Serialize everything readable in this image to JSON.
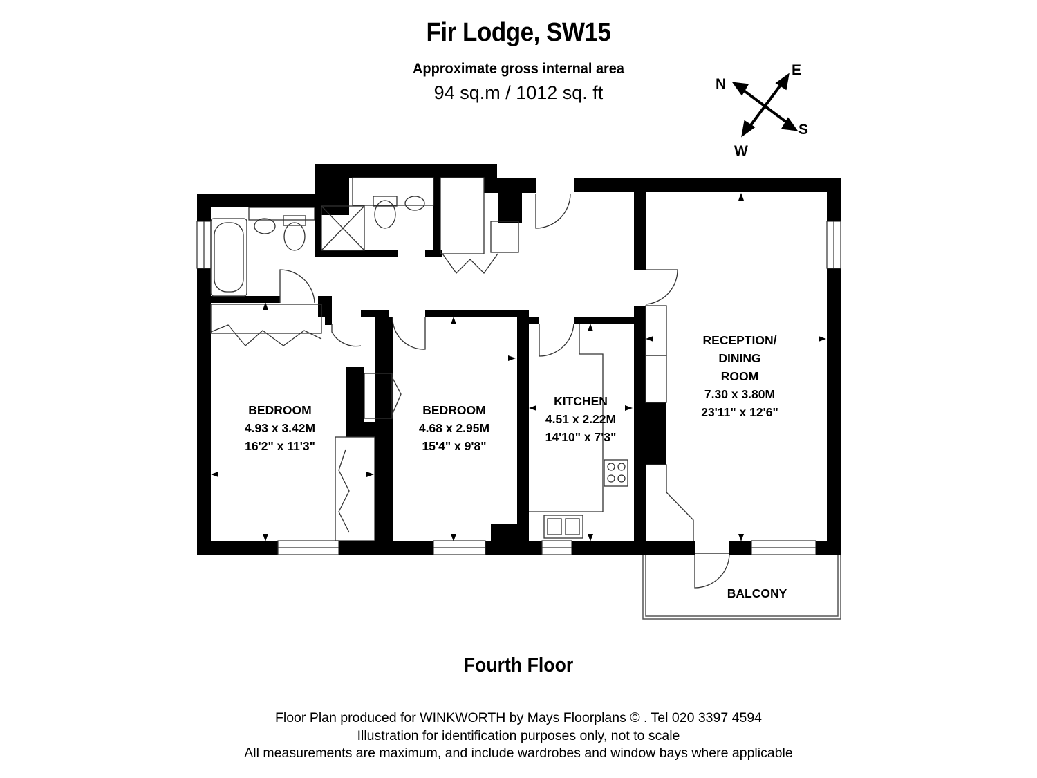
{
  "title": "Fir Lodge, SW15",
  "area": {
    "label": "Approximate gross internal area",
    "value": "94 sq.m  /  1012 sq. ft"
  },
  "compass": {
    "n": "N",
    "e": "E",
    "s": "S",
    "w": "W"
  },
  "rooms": {
    "bedroom1": {
      "name": "BEDROOM",
      "metric": "4.93 x 3.42M",
      "imperial": "16'2\" x 11'3\""
    },
    "bedroom2": {
      "name": "BEDROOM",
      "metric": "4.68 x 2.95M",
      "imperial": "15'4\" x 9'8\""
    },
    "kitchen": {
      "name": "KITCHEN",
      "metric": "4.51 x 2.22M",
      "imperial": "14'10\" x 7'3\""
    },
    "reception": {
      "name_line1": "RECEPTION/",
      "name_line2": "DINING",
      "name_line3": "ROOM",
      "metric": "7.30 x 3.80M",
      "imperial": "23'11\" x 12'6\""
    },
    "balcony": {
      "name": "BALCONY"
    }
  },
  "floor": "Fourth Floor",
  "footer": {
    "line1": "Floor Plan produced for WINKWORTH by Mays Floorplans  © . Tel 020 3397 4594",
    "line2": "Illustration for identification purposes only, not to scale",
    "line3": "All measurements are maximum, and include wardrobes and window bays where applicable"
  },
  "colors": {
    "wall": "#000000",
    "background": "#ffffff",
    "line": "#333333"
  }
}
